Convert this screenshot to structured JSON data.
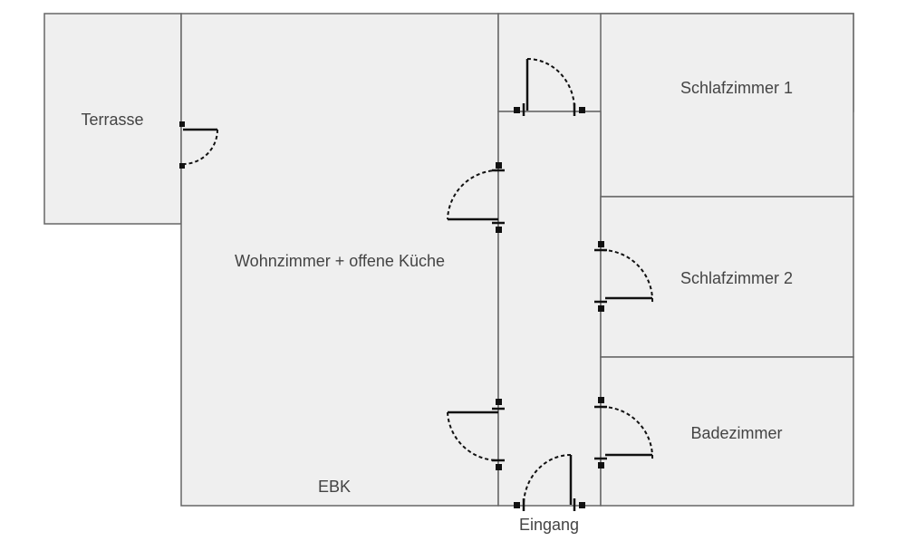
{
  "rooms": {
    "terrasse": "Terrasse",
    "wohnzimmer": "Wohnzimmer + offene Küche",
    "ebk": "EBK",
    "schlafzimmer1": "Schlafzimmer 1",
    "schlafzimmer2": "Schlafzimmer 2",
    "badezimmer": "Badezimmer",
    "eingang": "Eingang"
  },
  "colors": {
    "room_fill": "#efefef",
    "wall": "#666666",
    "door": "#111111",
    "text": "#444444"
  }
}
